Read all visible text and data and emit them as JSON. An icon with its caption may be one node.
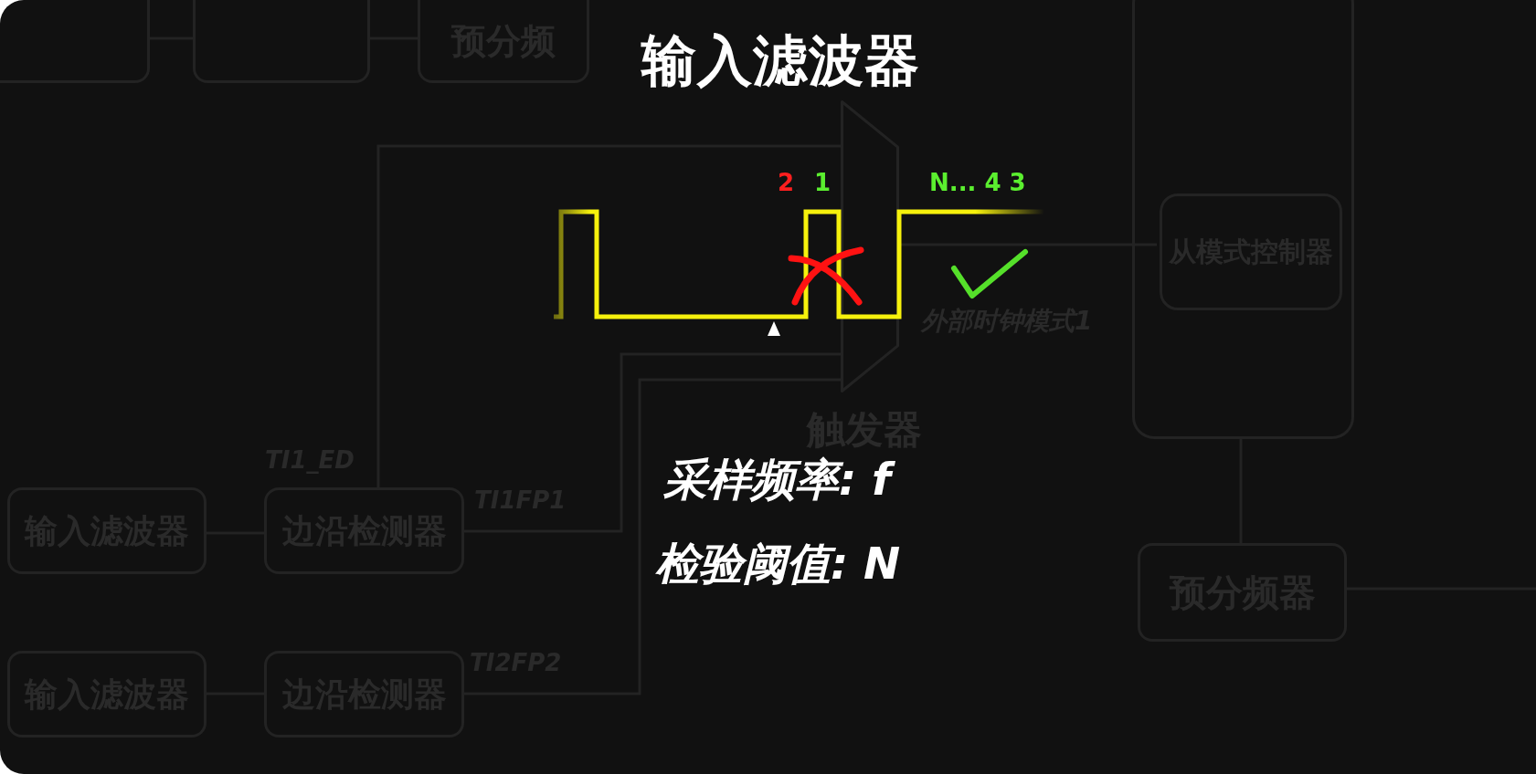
{
  "diagram": {
    "title": "输入滤波器",
    "nodes": [
      {
        "text": [],
        "shape": "box"
      },
      {
        "text": [],
        "shape": "box"
      },
      {
        "text": [
          "预分频"
        ]
      },
      {
        "text": [],
        "shape": "box"
      },
      {
        "text": [
          "从模式控制器"
        ],
        "in": 3
      },
      {
        "text": [
          "触发器"
        ]
      },
      {
        "text": [
          "输入滤波器"
        ]
      },
      {
        "text": [
          "边沿检测器"
        ]
      },
      {
        "text": [
          "预分频器"
        ]
      },
      {
        "text": [
          "输入滤波器"
        ]
      },
      {
        "text": [
          "边沿检测器"
        ]
      }
    ],
    "edges": [
      {
        "from": 0,
        "to": 1,
        "arrow": "none"
      },
      {
        "from": 1,
        "to": 2,
        "arrow": "none"
      },
      {
        "from": 5,
        "to": 4,
        "arrow": "none",
        "label": "外部时钟模式1"
      },
      {
        "from": 7,
        "to": 5,
        "arrow": "none",
        "label": "TI1_ED"
      },
      {
        "from": 6,
        "to": 7,
        "arrow": "none"
      },
      {
        "from": 7,
        "to": 5,
        "arrow": "none",
        "label": "TI1FP1"
      },
      {
        "from": 3,
        "to": 8,
        "arrow": "none"
      },
      {
        "from": 8,
        "to": null,
        "arrow": "none"
      },
      {
        "from": 9,
        "to": 10,
        "arrow": "none"
      },
      {
        "from": 10,
        "to": 5,
        "arrow": "none",
        "label": "TI2FP2"
      }
    ],
    "labels": [
      "2",
      "1",
      "N... 4 3",
      "采样频率: f",
      "检验阈值: N"
    ]
  }
}
